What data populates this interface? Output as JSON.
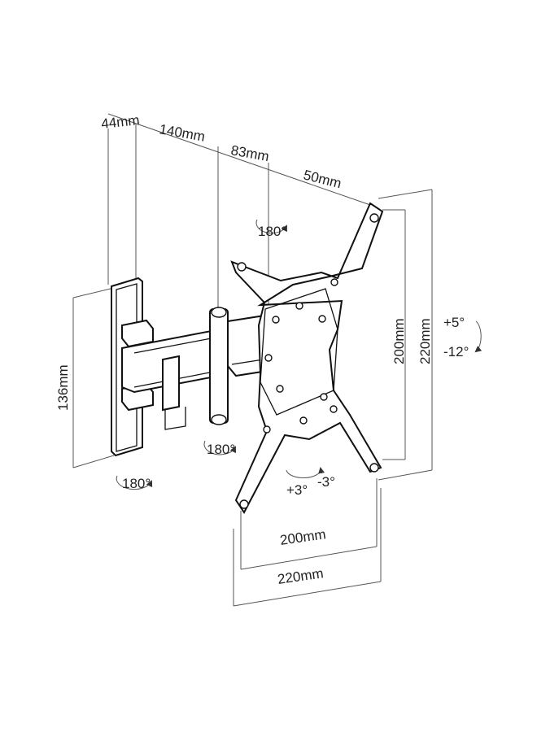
{
  "dimensions": {
    "wall_plate_depth": "44mm",
    "first_arm_length": "140mm",
    "second_arm_length": "83mm",
    "bracket_offset": "50mm",
    "wall_plate_height": "136mm",
    "vesa_vertical_inner": "200mm",
    "vesa_vertical_outer": "220mm",
    "vesa_horizontal_inner": "200mm",
    "vesa_horizontal_outer": "220mm"
  },
  "rotations": {
    "head_swivel": "180°",
    "arm_swivel": "180°",
    "wall_swivel": "180°",
    "tilt_up": "+5°",
    "tilt_down": "-12°",
    "level_plus": "+3°",
    "level_minus": "-3°"
  }
}
